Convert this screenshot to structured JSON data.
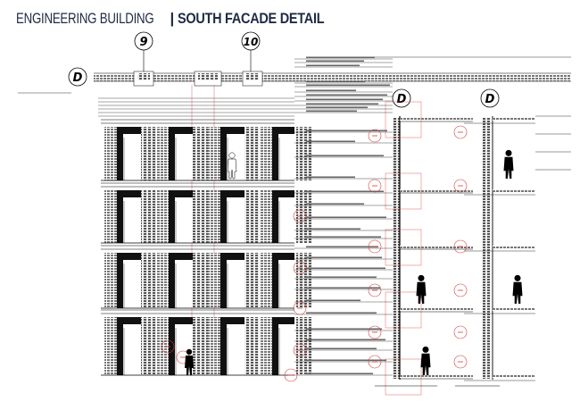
{
  "title": {
    "building": "ENGINEERING BUILDING",
    "separator": "|",
    "sheet": "SOUTH FACADE DETAIL"
  },
  "grid": {
    "columns": [
      "9",
      "10"
    ],
    "row": "D"
  },
  "colors": {
    "title": "#1f2a44",
    "linework": "#000000",
    "callout_red": "#d23c3c",
    "hatch": "#8a8a8a"
  }
}
